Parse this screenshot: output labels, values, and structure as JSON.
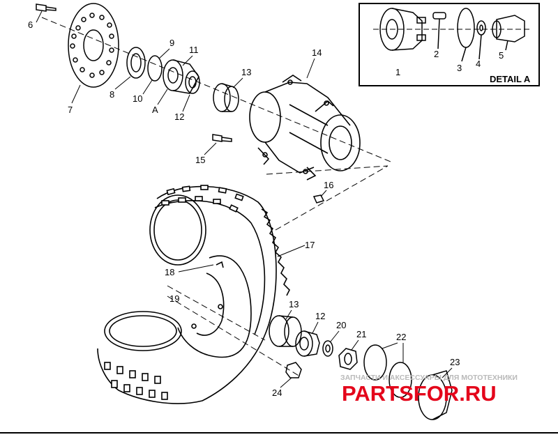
{
  "detail_box_title": "DETAIL A",
  "detail_ref": "A",
  "callouts": {
    "c1": "1",
    "c2": "2",
    "c3": "3",
    "c4": "4",
    "c5": "5",
    "c6": "6",
    "c7": "7",
    "c8": "8",
    "c9": "9",
    "c10": "10",
    "c11": "11",
    "c12": "12",
    "c13": "13",
    "c14": "14",
    "c15": "15",
    "c16": "16",
    "c17": "17",
    "c18": "18",
    "c19": "19",
    "c20": "20",
    "c21": "21",
    "c22": "22",
    "c23": "23",
    "c24": "24",
    "c12b": "12",
    "c13b": "13"
  },
  "watermark": {
    "caption": "ЗАПЧАСТИ И АКСЕССУАРЫ ДЛЯ МОТОТЕХНИКИ",
    "brand": "PARTSFOR.RU",
    "brand_color": "#e4061b"
  }
}
